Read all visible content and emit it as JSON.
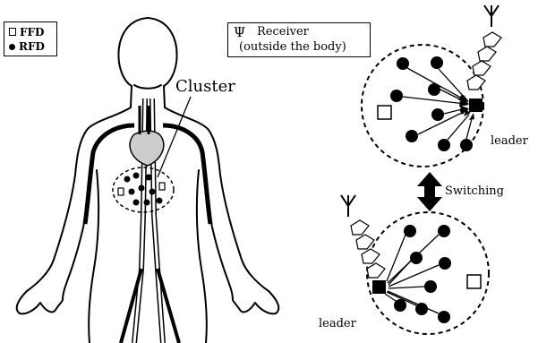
{
  "legend": {
    "ffd_label": "FFD",
    "rfd_label": "RFD"
  },
  "receiver_box": {
    "line1": "Receiver",
    "line2": "(outside the body)"
  },
  "labels": {
    "cluster": "Cluster",
    "leader_top": "leader",
    "leader_bottom": "leader",
    "switching": "Switching"
  }
}
